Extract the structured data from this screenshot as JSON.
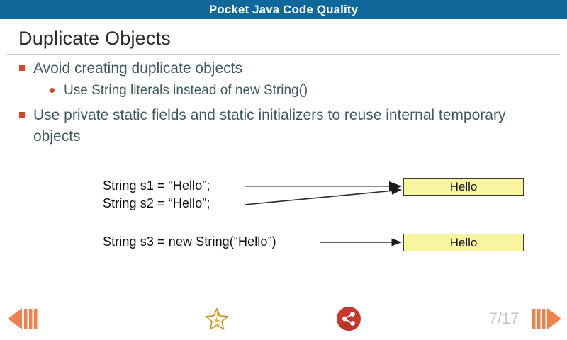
{
  "titlebar": {
    "title": "Pocket Java Code Quality",
    "bg_color": "#10679a",
    "text_color": "#ffffff"
  },
  "slide": {
    "heading": "Duplicate Objects",
    "bullets": [
      {
        "level": 1,
        "text": "Avoid creating duplicate objects",
        "marker": "square-bullet-icon"
      },
      {
        "level": 2,
        "text": "Use String literals instead of new String()",
        "marker": "dot-bullet-icon"
      },
      {
        "level": 1,
        "text": "Use private static fields and static initializers to reuse internal temporary objects",
        "marker": "square-bullet-icon"
      }
    ],
    "bullet_marker_color": "#d9431f",
    "body_text_color": "#3f5a5f",
    "diagram": {
      "code_lines": [
        {
          "id": "s1",
          "text": "String s1 = “Hello”;"
        },
        {
          "id": "s2",
          "text": "String s2 = “Hello”;"
        },
        {
          "id": "s3",
          "text": "String s3 = new String(“Hello”)"
        }
      ],
      "objects": [
        {
          "id": "obj1",
          "label": "Hello"
        },
        {
          "id": "obj2",
          "label": "Hello"
        }
      ],
      "object_fill": "#f8f4a0",
      "object_border": "#3a3a3a"
    }
  },
  "navbar": {
    "prev": {
      "name": "previous-slide-icon",
      "color": "#f2804a"
    },
    "star": {
      "name": "star-favorite-icon",
      "color": "#e0a815"
    },
    "share": {
      "name": "share-icon",
      "color": "#c9382c"
    },
    "next": {
      "name": "next-slide-icon",
      "color": "#f2804a"
    },
    "page_counter": "7/17",
    "page_counter_color": "#c4c4c4"
  }
}
